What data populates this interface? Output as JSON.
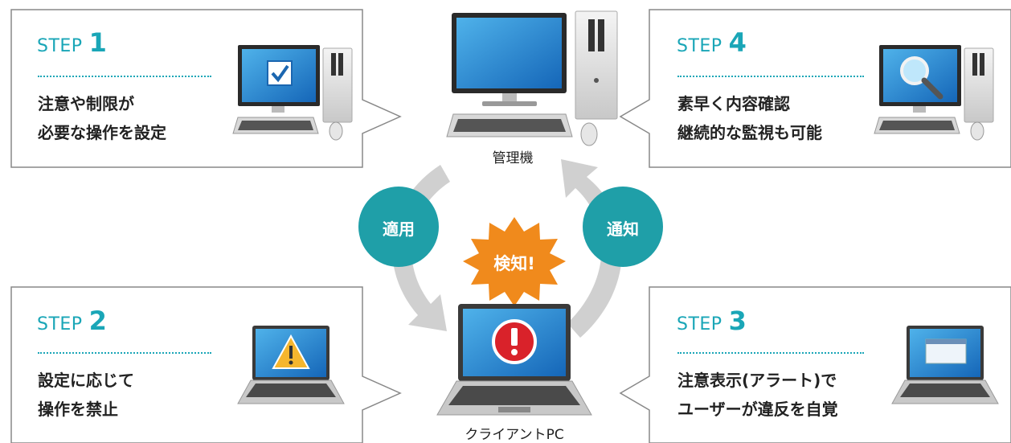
{
  "steps": [
    {
      "prefix": "STEP",
      "number": "1",
      "line1": "注意や制限が",
      "line2": "必要な操作を設定"
    },
    {
      "prefix": "STEP",
      "number": "2",
      "line1": "設定に応じて",
      "line2": "操作を禁止"
    },
    {
      "prefix": "STEP",
      "number": "3",
      "line1": "注意表示(アラート)で",
      "line2": "ユーザーが違反を自覚"
    },
    {
      "prefix": "STEP",
      "number": "4",
      "line1": "素早く内容確認",
      "line2": "継続的な監視も可能"
    }
  ],
  "admin_label": "管理機",
  "client_label": "クライアントPC",
  "apply_label": "適用",
  "notify_label": "通知",
  "detect_label": "検知!",
  "colors": {
    "accent": "#1aa6b7",
    "bubble": "#1f9fa8",
    "burst": "#f08a1c",
    "arrow": "#d0d0d0",
    "box_border": "#888888"
  }
}
